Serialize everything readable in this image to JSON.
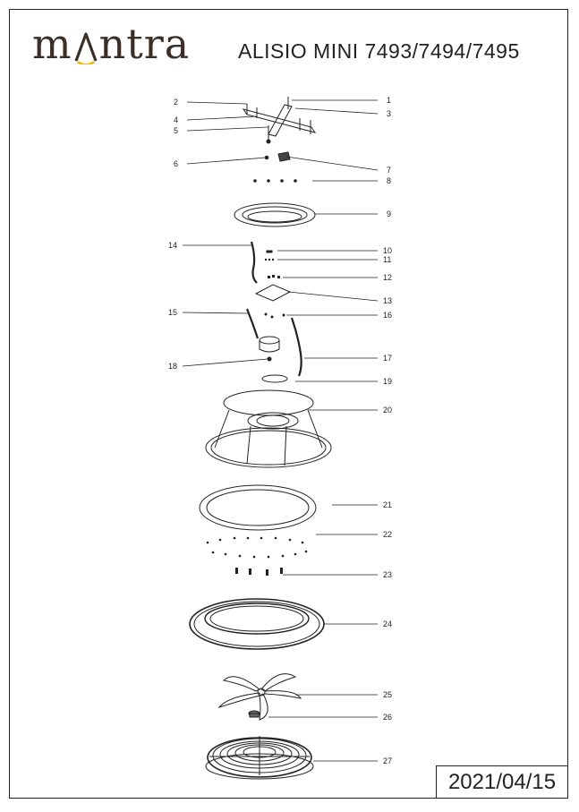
{
  "brand": {
    "name_before": "m",
    "name_after": "ntra",
    "accent_color": "#f2b81a",
    "text_color": "#3a2e26"
  },
  "header": {
    "title": "ALISIO MINI 7493/7494/7495"
  },
  "footer": {
    "date": "2021/04/15"
  },
  "callouts": [
    "1",
    "2",
    "3",
    "4",
    "5",
    "6",
    "7",
    "8",
    "9",
    "10",
    "11",
    "12",
    "13",
    "14",
    "15",
    "16",
    "17",
    "18",
    "19",
    "20",
    "21",
    "22",
    "23",
    "24",
    "25",
    "26",
    "27"
  ]
}
